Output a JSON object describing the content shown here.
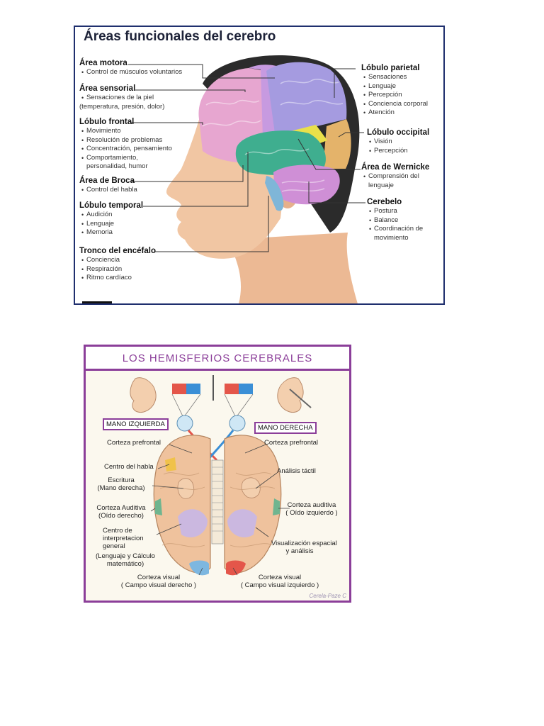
{
  "figure1": {
    "title": "Áreas funcionales del cerebro",
    "left_labels": [
      {
        "heading": "Área motora",
        "items": [
          "Control de músculos voluntarios"
        ]
      },
      {
        "heading": "Área sensorial",
        "items": [
          "Sensaciones de la piel",
          "(temperatura, presión, dolor)"
        ]
      },
      {
        "heading": "Lóbulo frontal",
        "items": [
          "Movimiento",
          "Resolución de problemas",
          "Concentración, pensamiento",
          "Comportamiento,",
          "personalidad, humor"
        ]
      },
      {
        "heading": "Área de Broca",
        "items": [
          "Control del habla"
        ]
      },
      {
        "heading": "Lóbulo temporal",
        "items": [
          "Audición",
          "Lenguaje",
          "Memoria"
        ]
      },
      {
        "heading": "Tronco del encéfalo",
        "items": [
          "Conciencia",
          "Respiración",
          "Ritmo cardíaco"
        ]
      }
    ],
    "right_labels": [
      {
        "heading": "Lóbulo parietal",
        "items": [
          "Sensaciones",
          "Lenguaje",
          "Percepción",
          "Conciencia corporal",
          "Atención"
        ]
      },
      {
        "heading": "Lóbulo occipital",
        "items": [
          "Visión",
          "Percepción"
        ]
      },
      {
        "heading": "Área de Wernicke",
        "items": [
          "Comprensión del",
          "lenguaje"
        ]
      },
      {
        "heading": "Cerebelo",
        "items": [
          "Postura",
          "Balance",
          "Coordinación de",
          "movimiento"
        ]
      }
    ],
    "colors": {
      "frame": "#1f2f6e",
      "frontal": "#e7a6d0",
      "motor": "#c79ae0",
      "parietal": "#a59be0",
      "occipital": "#e4b36a",
      "temporal": "#3fae8f",
      "wernicke": "#e9e04a",
      "cerebellum": "#cf8fd6",
      "brainstem": "#7fb6d8",
      "skin": "#f1c6a3",
      "hair": "#2b2b2b"
    }
  },
  "figure2": {
    "title": "LOS HEMISFERIOS CEREBRALES",
    "hand_left": "MANO IZQUIERDA",
    "hand_right": "MANO DERECHA",
    "left_labels": {
      "prefrontal": "Corteza prefrontal",
      "speech": "Centro del habla",
      "writing_1": "Escritura",
      "writing_2": "(Mano derecha)",
      "auditory_1": "Corteza Auditiva",
      "auditory_2": "(Oído derecho)",
      "interp_1": "Centro de",
      "interp_2": "interpretacion",
      "interp_3": "general",
      "interp_4": "(Lenguaje y Cálculo",
      "interp_5": "matemático)",
      "visual_1": "Corteza visual",
      "visual_2": "( Campo visual derecho )"
    },
    "right_labels": {
      "prefrontal": "Corteza prefrontal",
      "tactile": "Análisis táctil",
      "auditory_1": "Corteza auditiva",
      "auditory_2": "( Oído izquierdo )",
      "spatial_1": "Visualización espacial",
      "spatial_2": "y  análisis",
      "visual_1": "Corteza visual",
      "visual_2": "( Campo visual izquierdo )"
    },
    "credit": "Cerela-Paze C",
    "colors": {
      "frame": "#8b3e99",
      "hemisphere": "#efc29d",
      "field_red": "#e4564a",
      "field_blue": "#3a8fd6",
      "speech_area": "#f0c24a",
      "auditory": "#6fb58f",
      "interp": "#cbb8e0",
      "visual_left": "#7db7e0",
      "visual_right": "#e4564a"
    }
  }
}
